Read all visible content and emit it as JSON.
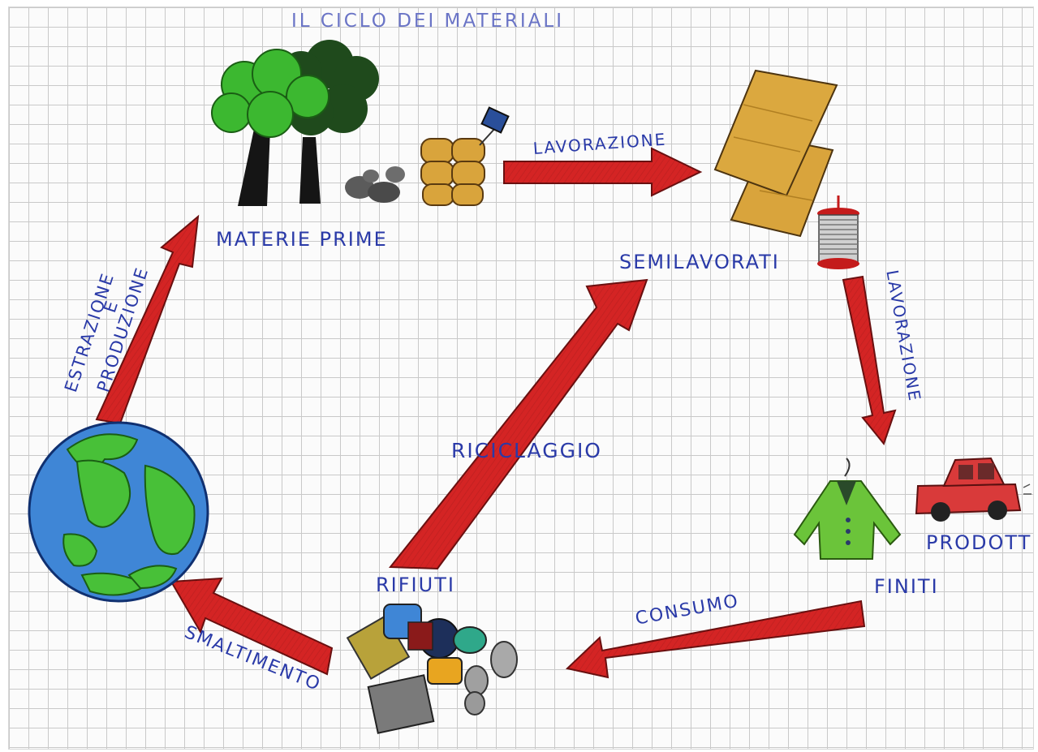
{
  "title": "IL CICLO DEI MATERIALI",
  "labels": {
    "materie_prime": "MATERIE PRIME",
    "lavorazione_top": "LAVORAZIONE",
    "semilavorati": "SEMILAVORATI",
    "lavorazione_right": "LAVORAZIONE",
    "prodotti": "PRODOTTI",
    "finiti": "FINITI",
    "consumo": "CONSUMO",
    "rifiuti": "RIFIUTI",
    "smaltimento": "SMALTIMENTO",
    "riciclaggio": "RICICLAGGIO",
    "estrazione": "ESTRAZIONE",
    "e": "E",
    "produzione": "PRODUZIONE"
  },
  "icons": [
    "trees-icon",
    "rocks-icon",
    "bale-icon",
    "wood-planks-icon",
    "thread-spool-icon",
    "jacket-icon",
    "car-icon",
    "waste-pile-icon",
    "earth-globe-icon"
  ],
  "colors": {
    "arrow": "#d42424",
    "ink": "#2a3aa8",
    "tree_light": "#3cb830",
    "tree_dark": "#1f4a1c",
    "plank": "#d9a43c",
    "earth_sea": "#3f86d6",
    "earth_land": "#48c038"
  }
}
